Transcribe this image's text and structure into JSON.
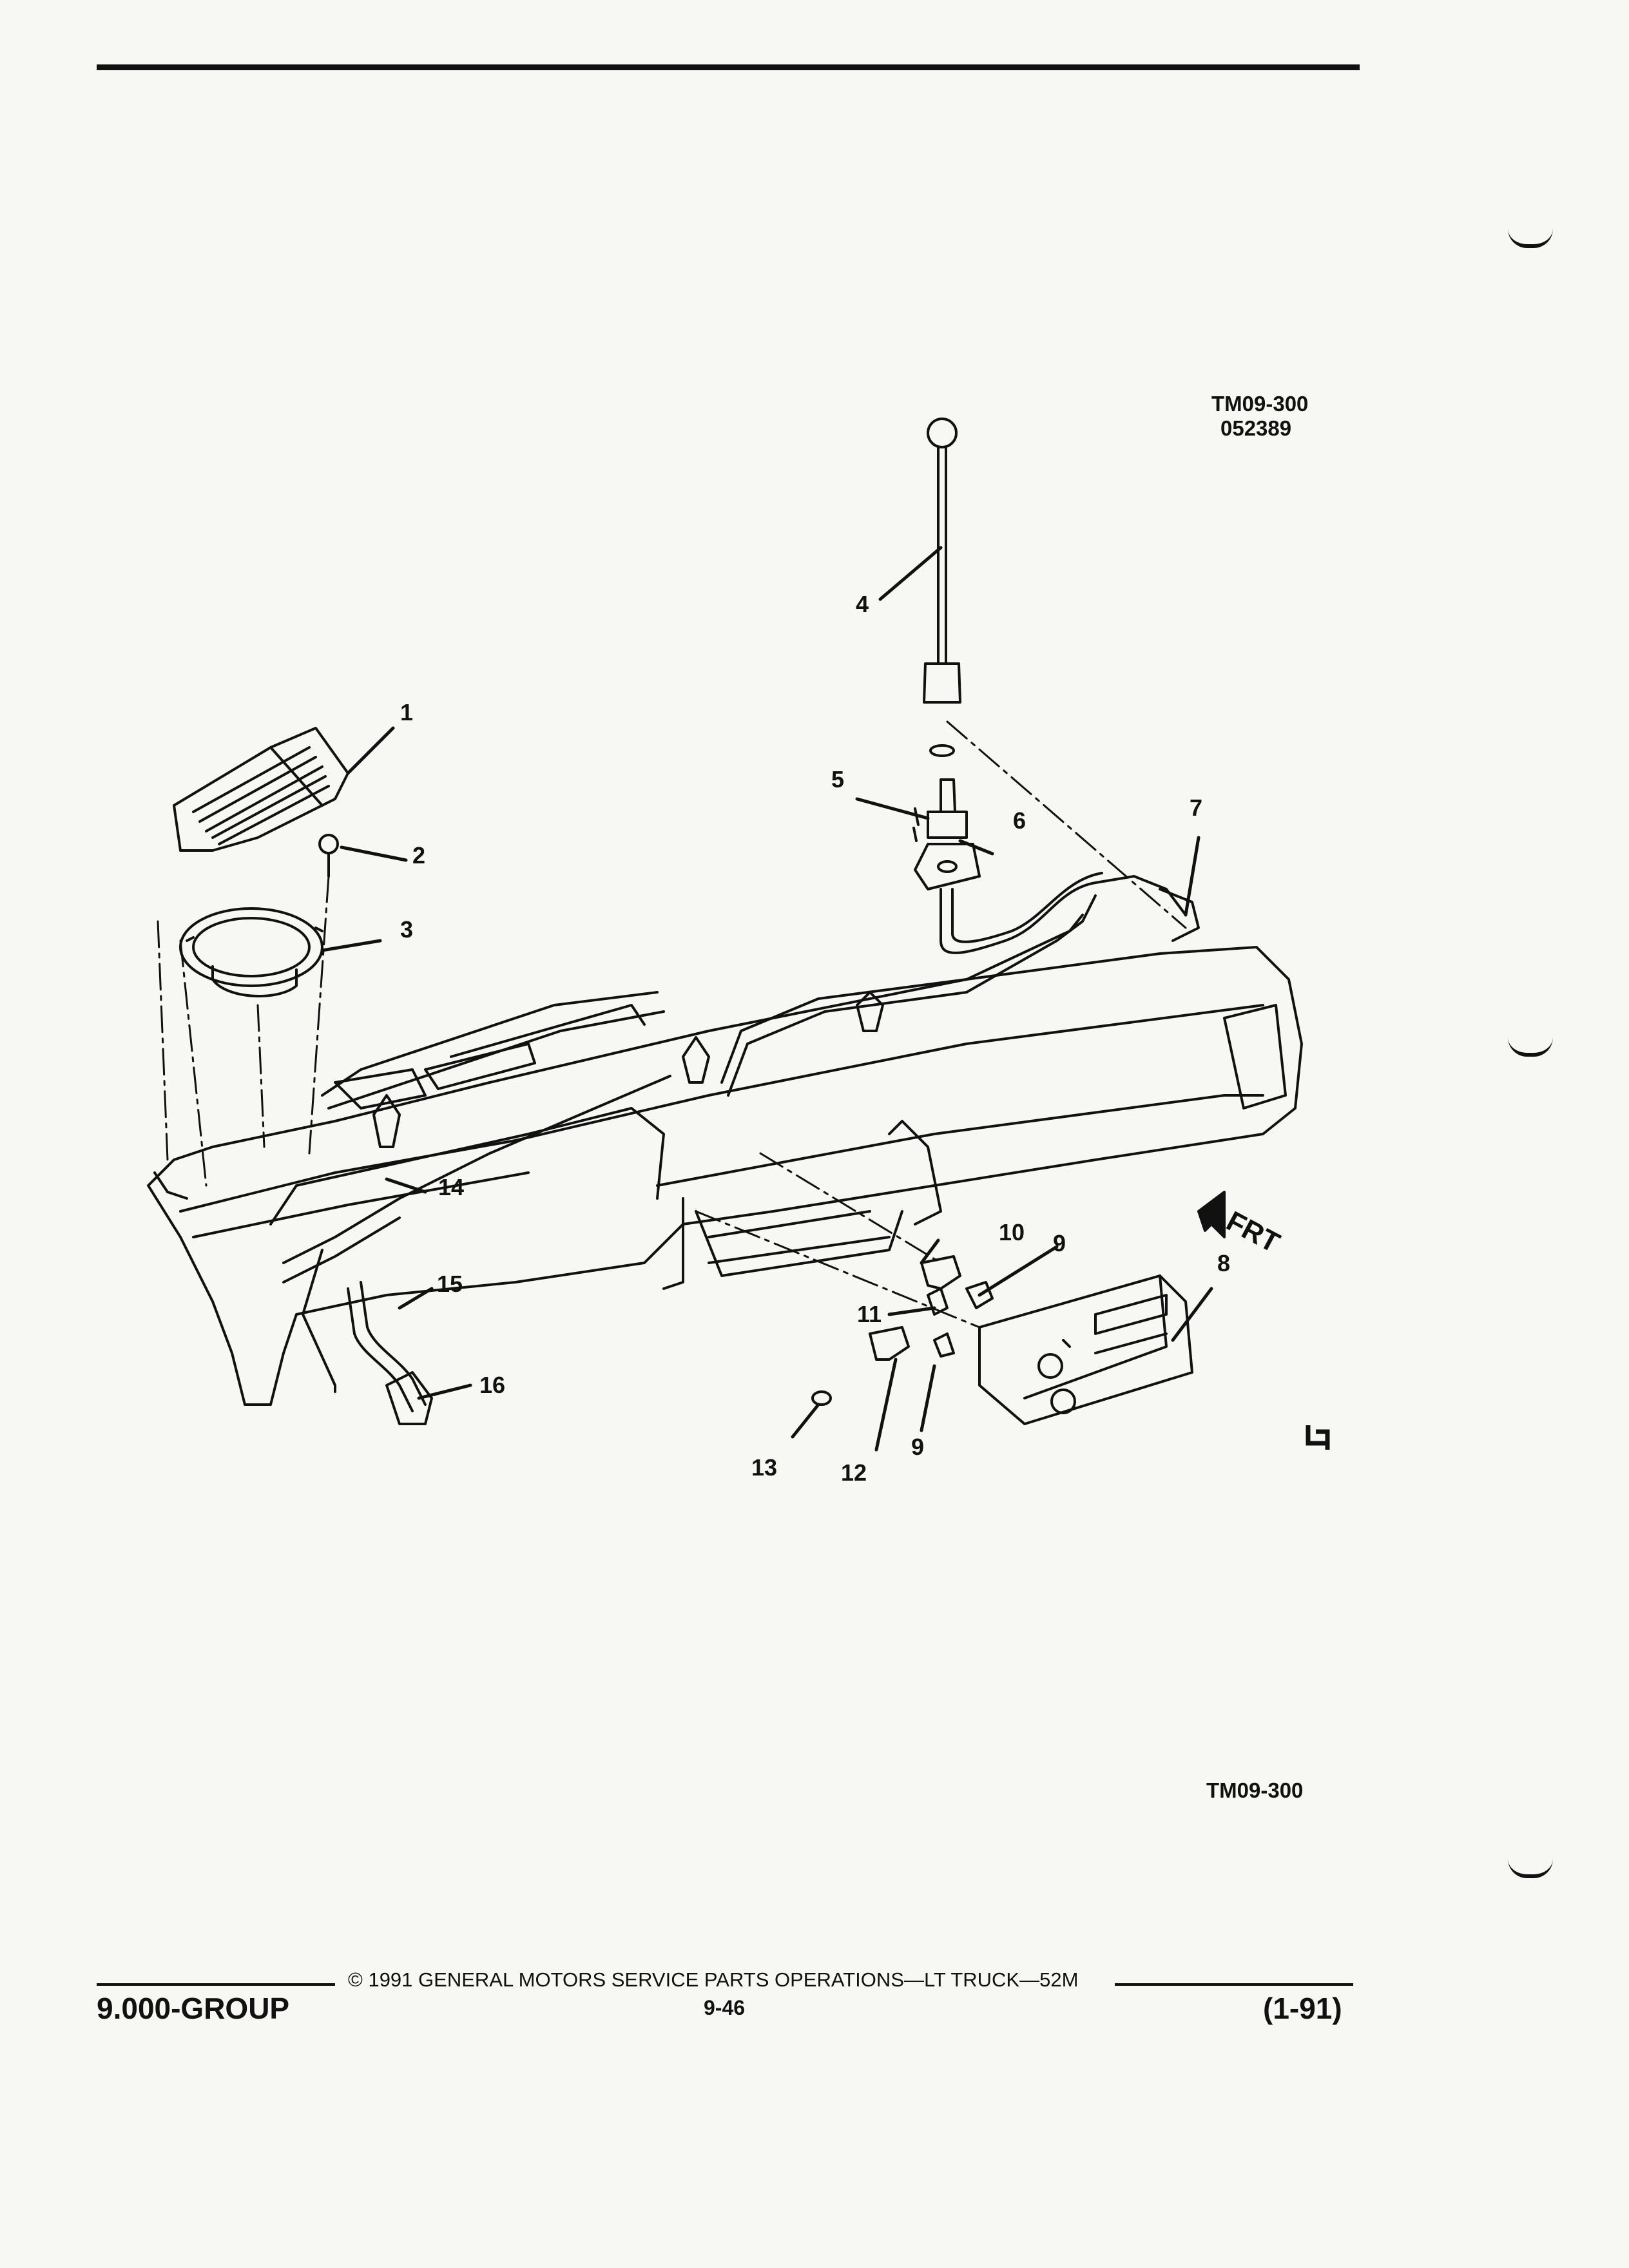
{
  "header": {
    "drawing_id_line1": "TM09-300",
    "drawing_id_line2": "052389"
  },
  "diagram": {
    "callouts": [
      {
        "label": "1"
      },
      {
        "label": "2"
      },
      {
        "label": "3"
      },
      {
        "label": "4"
      },
      {
        "label": "5"
      },
      {
        "label": "6"
      },
      {
        "label": "7"
      },
      {
        "label": "8"
      },
      {
        "label": "9"
      },
      {
        "label": "9"
      },
      {
        "label": "10"
      },
      {
        "label": "11"
      },
      {
        "label": "12"
      },
      {
        "label": "13"
      },
      {
        "label": "14"
      },
      {
        "label": "15"
      },
      {
        "label": "16"
      }
    ],
    "direction_label": "FRT",
    "bottom_id": "TM09-300"
  },
  "footer": {
    "copyright": "© 1991 GENERAL MOTORS SERVICE PARTS OPERATIONS—LT TRUCK—52M",
    "group": "9.000-GROUP",
    "page": "9-46",
    "date": "(1-91)"
  }
}
